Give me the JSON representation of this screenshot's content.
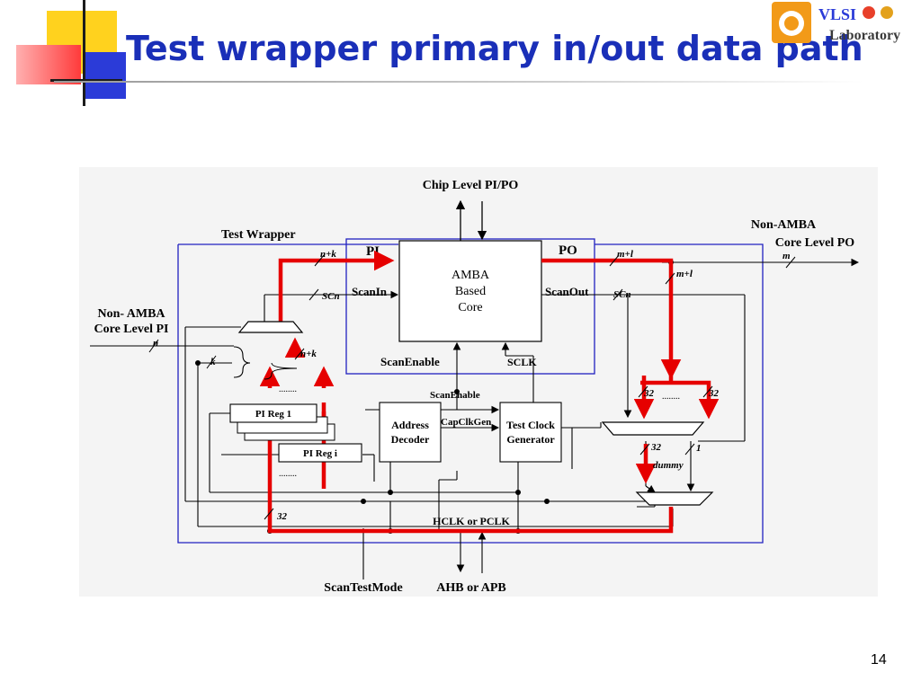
{
  "slide": {
    "title": "Test wrapper primary in/out data path",
    "page_number": "14"
  },
  "logo": {
    "text_line1": "VLSI",
    "text_line2": "Laboratory"
  },
  "colors": {
    "title": "#1a2fb8",
    "highlight_path": "#e60000",
    "wrapper_box": "#2020c0",
    "deco_yellow": "#ffd21e",
    "deco_red": "#ff3b3b",
    "deco_blue": "#2b3bd8"
  },
  "diagram": {
    "chip_io": "Chip Level PI/PO",
    "test_wrapper": "Test Wrapper",
    "non_amba_pi": [
      "Non- AMBA",
      "Core Level PI"
    ],
    "non_amba_po": [
      "Non-AMBA",
      "Core Level PO"
    ],
    "core": [
      "AMBA",
      "Based",
      "Core"
    ],
    "pi": "PI",
    "po": "PO",
    "scan_in": "ScanIn",
    "scan_out": "ScanOut",
    "scan_enable": "ScanEnable",
    "sclk": "SCLK",
    "scan_enable_small": "ScanEnable",
    "cap_clk_gen": "CapClkGen",
    "address_decoder": [
      "Address",
      "Decoder"
    ],
    "test_clock_generator": [
      "Test Clock",
      "Generator"
    ],
    "pi_reg_1": "PI Reg 1",
    "pi_reg_i": "PI Reg i",
    "hclk": "HCLK or PCLK",
    "scan_test_mode": "ScanTestMode",
    "bus": "AHB or APB",
    "dummy": "dummy",
    "ellipsis": "........",
    "bus_widths": {
      "n_plus_k_top": "n+k",
      "scn_left": "SCn",
      "n": "n",
      "k": "k",
      "n_plus_k_mid": "n+k",
      "m_plus_l_top": "m+l",
      "m": "m",
      "m_plus_l_right": "m+l",
      "scn_right": "SCn",
      "w32_a": "32",
      "w32_b": "32",
      "w32_c": "32",
      "w1": "1",
      "w32_bottom": "32"
    }
  }
}
